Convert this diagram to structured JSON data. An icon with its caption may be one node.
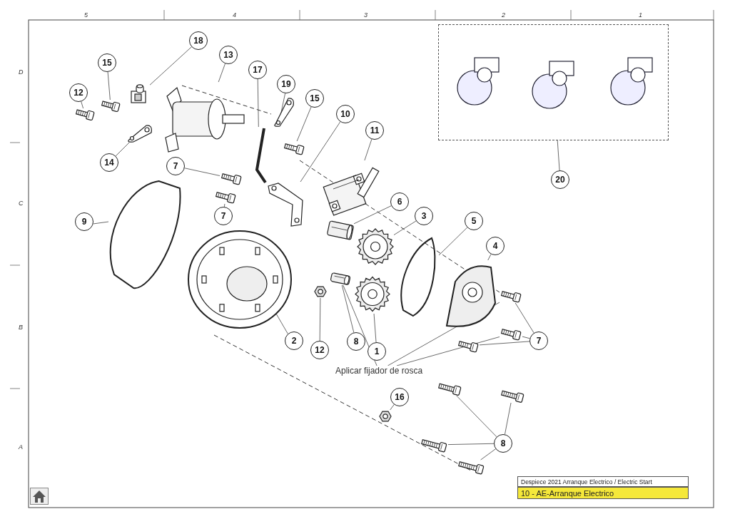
{
  "diagram": {
    "nodes": [
      {
        "text": [
          "18"
        ]
      },
      {
        "text": [
          "13"
        ]
      },
      {
        "text": [
          "15"
        ]
      },
      {
        "text": [
          "17"
        ]
      },
      {
        "text": [
          "19"
        ]
      },
      {
        "text": [
          "12"
        ]
      },
      {
        "text": [
          "15"
        ]
      },
      {
        "text": [
          "10"
        ]
      },
      {
        "text": [
          "11"
        ]
      },
      {
        "text": [
          "14"
        ]
      },
      {
        "text": [
          "7"
        ]
      },
      {
        "text": [
          "20"
        ]
      },
      {
        "text": [
          "6"
        ]
      },
      {
        "text": [
          "7"
        ]
      },
      {
        "text": [
          "3"
        ]
      },
      {
        "text": [
          "9"
        ]
      },
      {
        "text": [
          "5"
        ]
      },
      {
        "text": [
          "4"
        ]
      },
      {
        "text": [
          "2"
        ]
      },
      {
        "text": [
          "7"
        ]
      },
      {
        "text": [
          "8"
        ]
      },
      {
        "text": [
          "12"
        ]
      },
      {
        "text": [
          "1"
        ]
      },
      {
        "text": [
          "16"
        ]
      },
      {
        "text": [
          "8"
        ]
      },
      {
        "text": [
          "Aplicar fijador de rosca"
        ]
      },
      {
        "text": [],
        "shape": "picture"
      },
      {
        "text": [],
        "shape": "picture"
      },
      {
        "text": [],
        "shape": "picture"
      },
      {
        "text": [],
        "shape": "picture"
      },
      {
        "text": [],
        "shape": "picture"
      },
      {
        "text": [],
        "shape": "picture"
      },
      {
        "text": [],
        "shape": "picture"
      },
      {
        "text": [],
        "shape": "picture"
      },
      {
        "text": [],
        "shape": "picture"
      },
      {
        "text": [],
        "shape": "picture"
      },
      {
        "text": [],
        "shape": "picture"
      },
      {
        "text": [],
        "shape": "box"
      },
      {
        "text": [],
        "shape": "picture"
      },
      {
        "text": [],
        "shape": "picture"
      },
      {
        "text": [],
        "shape": "picture"
      },
      {
        "text": [],
        "shape": "picture"
      },
      {
        "text": [],
        "shape": "picture"
      },
      {
        "text": [],
        "shape": "picture"
      },
      {
        "text": [],
        "shape": "picture"
      },
      {
        "text": [],
        "shape": "picture"
      },
      {
        "text": [],
        "shape": "picture"
      },
      {
        "text": [],
        "shape": "picture"
      },
      {
        "text": [],
        "shape": "picture"
      },
      {
        "text": [],
        "shape": "picture"
      },
      {
        "text": [],
        "shape": "picture"
      },
      {
        "text": [],
        "shape": "picture"
      },
      {
        "text": [],
        "shape": "picture"
      },
      {
        "text": [],
        "shape": "picture"
      },
      {
        "text": [],
        "shape": "picture"
      },
      {
        "text": [],
        "shape": "picture"
      }
    ],
    "edges": [
      {
        "from": 0,
        "to": 26,
        "arrow": "none"
      },
      {
        "from": 1,
        "to": 27,
        "arrow": "none"
      },
      {
        "from": 2,
        "to": 28,
        "arrow": "none"
      },
      {
        "from": 3,
        "to": 29,
        "arrow": "none"
      },
      {
        "from": 4,
        "to": 30,
        "arrow": "none"
      },
      {
        "from": 5,
        "to": 31,
        "arrow": "none"
      },
      {
        "from": 6,
        "to": 32,
        "arrow": "none"
      },
      {
        "from": 7,
        "to": 33,
        "arrow": "none"
      },
      {
        "from": 8,
        "to": 34,
        "arrow": "none"
      },
      {
        "from": 9,
        "to": 35,
        "arrow": "none"
      },
      {
        "from": 10,
        "to": 36,
        "arrow": "none"
      },
      {
        "from": 11,
        "to": 37,
        "arrow": "none"
      },
      {
        "from": 12,
        "to": 38,
        "arrow": "none"
      },
      {
        "from": 13,
        "to": 39,
        "arrow": "none"
      },
      {
        "from": 14,
        "to": 40,
        "arrow": "none"
      },
      {
        "from": 15,
        "to": 41,
        "arrow": "none"
      },
      {
        "from": 16,
        "to": 42,
        "arrow": "none"
      },
      {
        "from": 17,
        "to": 43,
        "arrow": "none"
      },
      {
        "from": 18,
        "to": 44,
        "arrow": "none"
      },
      {
        "from": 19,
        "to": 45,
        "arrow": "none"
      },
      {
        "from": 19,
        "to": 46,
        "arrow": "none"
      },
      {
        "from": 19,
        "to": 47,
        "arrow": "none"
      },
      {
        "from": 20,
        "to": 48,
        "arrow": "none"
      },
      {
        "from": 21,
        "to": 49,
        "arrow": "none"
      },
      {
        "from": 22,
        "to": 50,
        "arrow": "none"
      },
      {
        "from": 23,
        "to": 51,
        "arrow": "none"
      },
      {
        "from": 24,
        "to": 55,
        "arrow": "none"
      },
      {
        "from": 24,
        "to": 52,
        "arrow": "none"
      },
      {
        "from": 24,
        "to": 53,
        "arrow": "none"
      },
      {
        "from": 24,
        "to": 54,
        "arrow": "none"
      },
      {
        "from": 25,
        "to": 48,
        "arrow": "none"
      },
      {
        "from": 25,
        "to": 45,
        "arrow": "none"
      },
      {
        "from": 25,
        "to": 46,
        "arrow": "none"
      }
    ],
    "labels": [
      "5",
      "4",
      "3",
      "2",
      "1",
      "D",
      "C",
      "B",
      "A",
      "Despiece 2021 Arranque Electrico / Electric Start",
      "10 - AE-Arranque Electrico"
    ]
  }
}
